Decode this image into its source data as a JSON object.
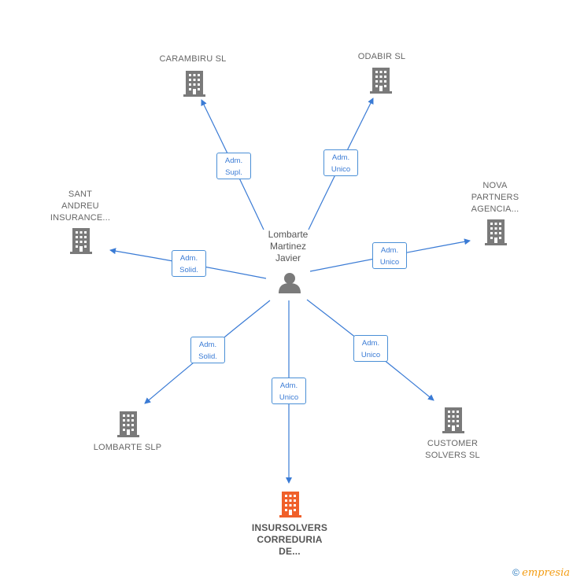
{
  "center": {
    "lines": [
      "Lombarte",
      "Martinez",
      "Javier"
    ]
  },
  "companies": [
    {
      "id": "carambiru",
      "lines": [
        "CARAMBIRU SL"
      ],
      "highlight": false
    },
    {
      "id": "odabir",
      "lines": [
        "ODABIR SL"
      ],
      "highlight": false
    },
    {
      "id": "nova",
      "lines": [
        "NOVA",
        "PARTNERS",
        "AGENCIA..."
      ],
      "highlight": false
    },
    {
      "id": "sant_andreu",
      "lines": [
        "SANT",
        "ANDREU",
        "INSURANCE..."
      ],
      "highlight": false
    },
    {
      "id": "lombarte_slp",
      "lines": [
        "LOMBARTE SLP"
      ],
      "highlight": false
    },
    {
      "id": "insursolvers",
      "lines": [
        "INSURSOLVERS",
        "CORREDURIA",
        "DE..."
      ],
      "highlight": true
    },
    {
      "id": "customer",
      "lines": [
        "CUSTOMER",
        "SOLVERS  SL"
      ],
      "highlight": false
    }
  ],
  "relations": [
    {
      "target": "carambiru",
      "lines": [
        "Adm.",
        "Supl."
      ]
    },
    {
      "target": "odabir",
      "lines": [
        "Adm.",
        "Unico"
      ]
    },
    {
      "target": "nova",
      "lines": [
        "Adm.",
        "Unico"
      ]
    },
    {
      "target": "sant_andreu",
      "lines": [
        "Adm.",
        "Solid."
      ]
    },
    {
      "target": "lombarte_slp",
      "lines": [
        "Adm.",
        "Solid."
      ]
    },
    {
      "target": "insursolvers",
      "lines": [
        "Adm.",
        "Unico"
      ]
    },
    {
      "target": "customer",
      "lines": [
        "Adm.",
        "Unico"
      ]
    }
  ],
  "colors": {
    "edge": "#3a7bd5",
    "building": "#7a7a7a",
    "building_highlight": "#f0602a",
    "person": "#7a7a7a"
  },
  "icons": {
    "company": "building-icon",
    "person": "person-icon",
    "copyright": "copyright-icon"
  },
  "footer": {
    "copyright": "©",
    "brand": "empresia"
  }
}
